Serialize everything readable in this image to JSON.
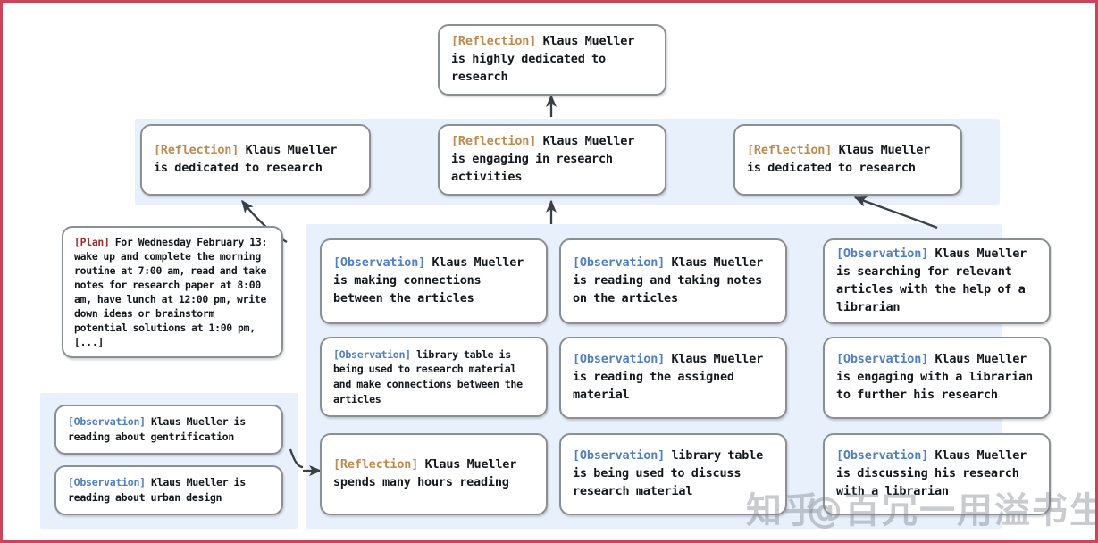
{
  "figure": {
    "type": "memory-stream-reflection-tree",
    "border_color": "#c9455c",
    "panel_color": "#e8f0fb",
    "node_border_color": "#8a8f94",
    "tag_colors": {
      "reflection": "#c08a4f",
      "observation": "#4f7fc4",
      "plan": "#9c2b2b"
    }
  },
  "watermark": {
    "zhihu": "知乎",
    "handle": "@百冗一用溢书生"
  },
  "nodes": {
    "root": {
      "tag": "[Reflection]",
      "tag_type": "reflection",
      "text": " Klaus Mueller is highly dedicated to research"
    },
    "mid_left": {
      "tag": "[Reflection]",
      "tag_type": "reflection",
      "text": " Klaus Mueller is dedicated to research"
    },
    "mid_center": {
      "tag": "[Reflection]",
      "tag_type": "reflection",
      "text": " Klaus Mueller is engaging in research activities"
    },
    "mid_right": {
      "tag": "[Reflection]",
      "tag_type": "reflection",
      "text": " Klaus Mueller is dedicated to research"
    },
    "plan": {
      "tag": "[Plan]",
      "tag_type": "plan",
      "text": " For Wednesday February 13: wake up and complete the morning routine at 7:00 am, read and take notes for research paper at 8:00 am, have lunch at 12:00 pm, write down ideas or brainstorm potential solutions at 1:00 pm, [...]"
    },
    "obs_gentrification": {
      "tag": "[Observation]",
      "tag_type": "observation",
      "text": " Klaus Mueller is reading about gentrification"
    },
    "obs_urban_design": {
      "tag": "[Observation]",
      "tag_type": "observation",
      "text": " Klaus Mueller is reading about urban design"
    },
    "col2_a": {
      "tag": "[Observation]",
      "tag_type": "observation",
      "text": " Klaus Mueller is making connections between the articles"
    },
    "col2_b": {
      "tag": "[Observation]",
      "tag_type": "observation",
      "text": " library table is being used to research material and make connections between the articles"
    },
    "col2_c": {
      "tag": "[Reflection]",
      "tag_type": "reflection",
      "text": " Klaus Mueller spends many hours reading"
    },
    "col3_a": {
      "tag": "[Observation]",
      "tag_type": "observation",
      "text": " Klaus Mueller is reading and taking notes on the articles"
    },
    "col3_b": {
      "tag": "[Observation]",
      "tag_type": "observation",
      "text": " Klaus Mueller is reading the assigned material"
    },
    "col3_c": {
      "tag": "[Observation]",
      "tag_type": "observation",
      "text": " library table is being used to discuss research material"
    },
    "col4_a": {
      "tag": "[Observation]",
      "tag_type": "observation",
      "text": " Klaus Mueller is searching for relevant articles with the help of a librarian"
    },
    "col4_b": {
      "tag": "[Observation]",
      "tag_type": "observation",
      "text": " Klaus Mueller is engaging with a librarian to further his research"
    },
    "col4_c": {
      "tag": "[Observation]",
      "tag_type": "observation",
      "text": " Klaus Mueller is discussing his research with a librarian"
    }
  }
}
